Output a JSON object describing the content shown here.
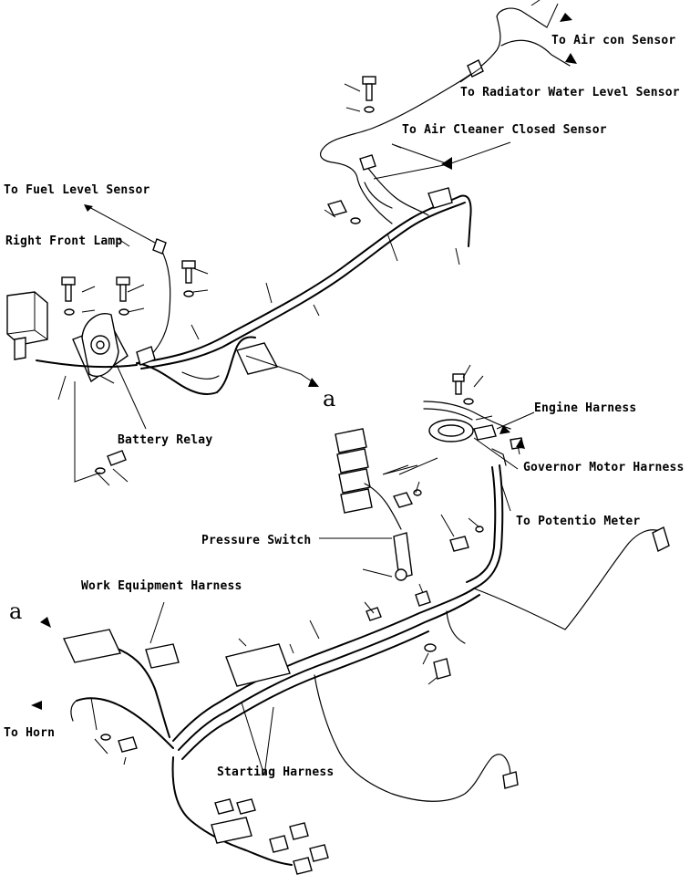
{
  "labels": {
    "air_con_sensor": "To Air con Sensor",
    "radiator_water_level_sensor": "To Radiator Water Level Sensor",
    "air_cleaner_closed_sensor": "To Air Cleaner Closed Sensor",
    "fuel_level_sensor": "To Fuel Level Sensor",
    "right_front_lamp": "Right Front Lamp",
    "battery_relay": "Battery Relay",
    "ref_a_upper": "a",
    "engine_harness": "Engine Harness",
    "governor_motor_harness": "Governor Motor Harness",
    "potentio_meter": "To Potentio Meter",
    "pressure_switch": "Pressure Switch",
    "work_equipment_harness": "Work Equipment Harness",
    "ref_a_lower": "a",
    "to_horn": "To Horn",
    "starting_harness": "Starting Harness"
  }
}
